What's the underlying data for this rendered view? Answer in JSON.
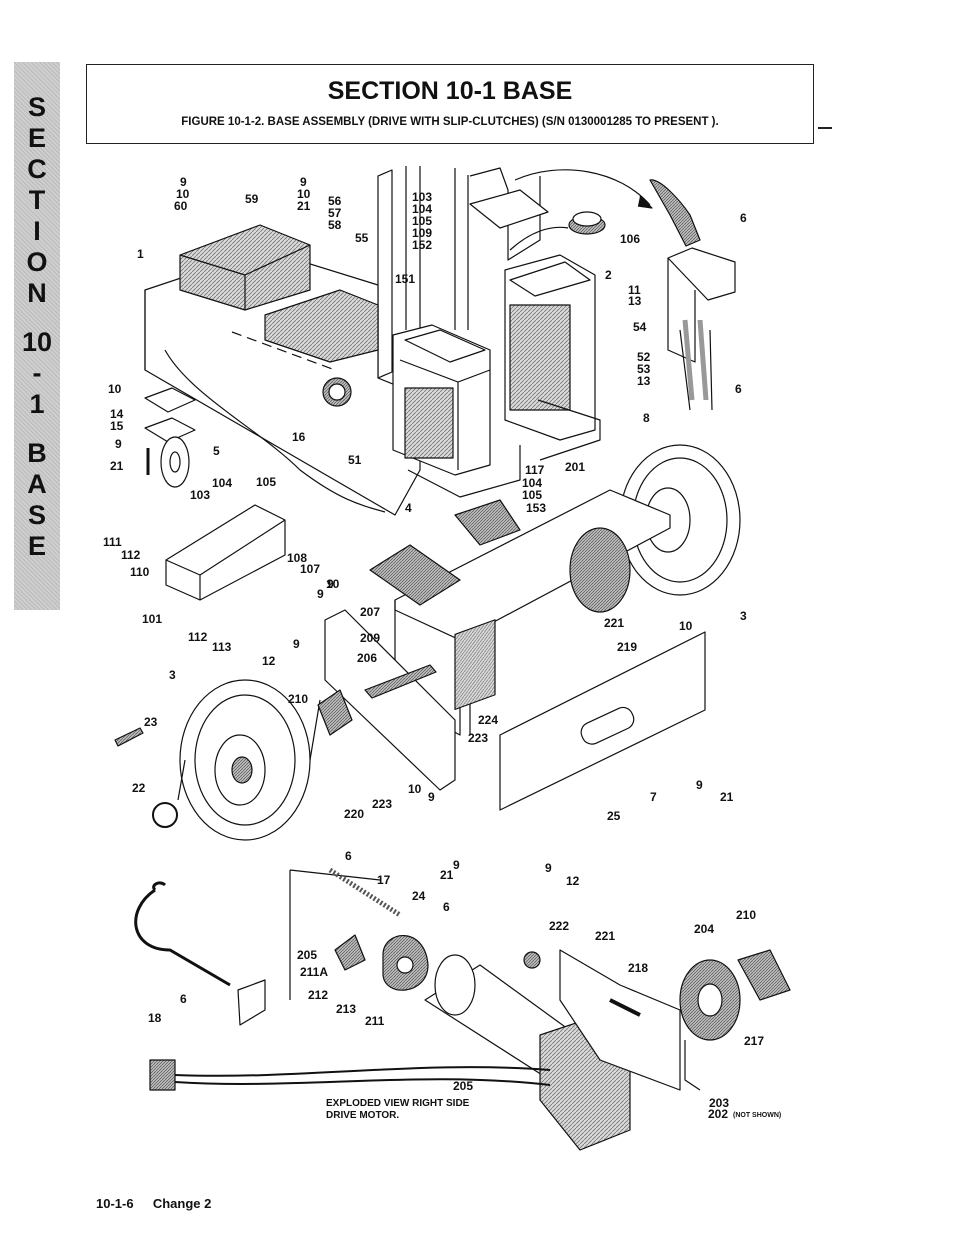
{
  "sidebar": {
    "letters": [
      "S",
      "E",
      "C",
      "T",
      "I",
      "O",
      "N",
      "",
      "10",
      "-",
      "1",
      "",
      "B",
      "A",
      "S",
      "E"
    ]
  },
  "header": {
    "title": "SECTION 10-1 BASE",
    "figure_caption": "FIGURE 10-1-2. BASE ASSEMBLY (DRIVE WITH SLIP-CLUTCHES) (S/N 0130001285 TO PRESENT )."
  },
  "diagram": {
    "labels": [
      "9",
      "10",
      "60",
      "59",
      "9",
      "10",
      "21",
      "56",
      "57",
      "58",
      "55",
      "103",
      "104",
      "105",
      "109",
      "152",
      "151",
      "106",
      "6",
      "1",
      "2",
      "11",
      "13",
      "54",
      "52",
      "53",
      "13",
      "6",
      "10",
      "14",
      "15",
      "9",
      "21",
      "5",
      "16",
      "51",
      "8",
      "104",
      "105",
      "103",
      "117",
      "104",
      "105",
      "153",
      "201",
      "4",
      "111",
      "112",
      "110",
      "108",
      "107",
      "9",
      "10",
      "101",
      "112",
      "113",
      "207",
      "209",
      "206",
      "9",
      "12",
      "3",
      "210",
      "9",
      "3",
      "221",
      "10",
      "219",
      "224",
      "223",
      "23",
      "22",
      "10",
      "9",
      "223",
      "220",
      "7",
      "9",
      "21",
      "25",
      "9",
      "21",
      "9",
      "12",
      "6",
      "17",
      "24",
      "6",
      "222",
      "221",
      "210",
      "204",
      "205",
      "211A",
      "212",
      "213",
      "211",
      "218",
      "6",
      "18",
      "217",
      "205",
      "203"
    ],
    "notes": {
      "exploded_view": "EXPLODED VIEW RIGHT SIDE",
      "drive_motor": "DRIVE MOTOR.",
      "label_202": "202",
      "not_shown": "(NOT SHOWN)"
    }
  },
  "footer": {
    "page": "10-1-6",
    "change": "Change 2"
  }
}
